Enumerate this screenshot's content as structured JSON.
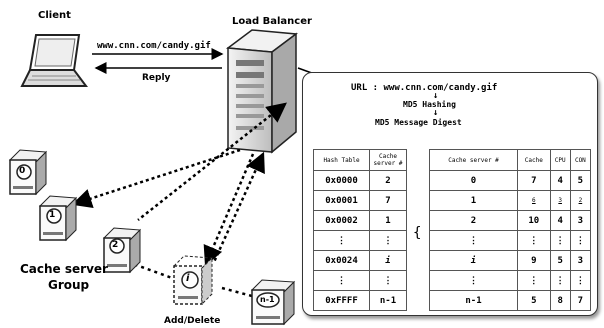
{
  "labels": {
    "client": "Client",
    "load_balancer": "Load Balancer",
    "request_url": "www.cnn.com/candy.gif",
    "reply": "Reply",
    "cache_group_line1": "Cache server",
    "cache_group_line2": "Group",
    "add_delete": "Add/Delete"
  },
  "servers": [
    "0",
    "1",
    "2",
    "i",
    "n-1"
  ],
  "panel": {
    "url_line": "URL : www.cnn.com/candy.gif",
    "arrow1": "↓",
    "step1": "MD5 Hashing",
    "arrow2": "↓",
    "step2": "MD5 Message Digest"
  },
  "hash_table": {
    "headers": [
      "Hash Table",
      "Cache server #"
    ],
    "rows": [
      [
        "0x0000",
        "2"
      ],
      [
        "0x0001",
        "7"
      ],
      [
        "0x0002",
        "1"
      ],
      [
        "⋮",
        "⋮"
      ],
      [
        "0x0024",
        "i"
      ],
      [
        "⋮",
        "⋮"
      ],
      [
        "0xFFFF",
        "n-1"
      ]
    ]
  },
  "status_table": {
    "headers": [
      "Cache server #",
      "Cache",
      "CPU",
      "CON"
    ],
    "rows": [
      [
        "0",
        "7",
        "4",
        "5"
      ],
      [
        "1",
        "6",
        "3",
        "2"
      ],
      [
        "2",
        "10",
        "4",
        "3"
      ],
      [
        "⋮",
        "⋮",
        "⋮",
        "⋮"
      ],
      [
        "i",
        "9",
        "5",
        "3"
      ],
      [
        "⋮",
        "⋮",
        "⋮",
        "⋮"
      ],
      [
        "n-1",
        "5",
        "8",
        "7"
      ]
    ]
  }
}
